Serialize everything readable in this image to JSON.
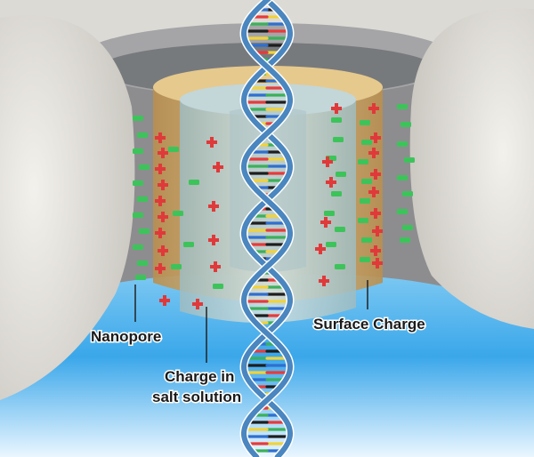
{
  "labels": {
    "nanopore": "Nanopore",
    "surface_charge": "Surface Charge",
    "salt_charge_line1": "Charge in",
    "salt_charge_line2": "salt solution"
  },
  "colors": {
    "membrane": "#e4e2dd",
    "pore_shell": "#cfa868",
    "inner_channel": "#b9cfd1",
    "solution": "#36a6e8",
    "positive_charge": "#e0393a",
    "negative_charge": "#3cc45a",
    "dna_backbone": "#4a86bf",
    "base_pair_colors": [
      "#e83a3a",
      "#3bb05a",
      "#1e1e1e",
      "#f1d23a",
      "#2f6fd0"
    ]
  }
}
